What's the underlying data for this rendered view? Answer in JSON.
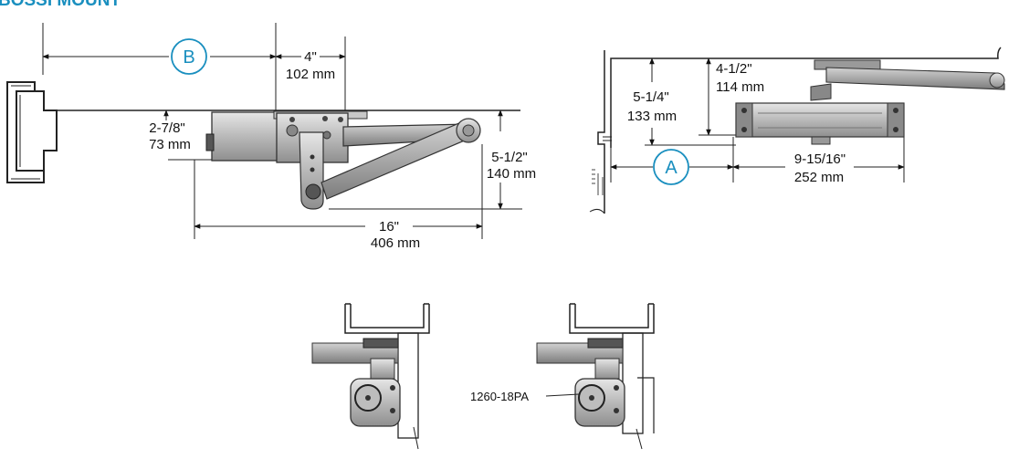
{
  "heading": "BOSSI MOUNT",
  "front_view": {
    "callout": "B",
    "dim_top_in": "4\"",
    "dim_top_mm": "102 mm",
    "dim_left_in": "2-7/8\"",
    "dim_left_mm": "73 mm",
    "dim_right_in": "5-1/2\"",
    "dim_right_mm": "140 mm",
    "dim_bottom_in": "16\"",
    "dim_bottom_mm": "406 mm"
  },
  "side_view": {
    "callout": "A",
    "dim_outer_in": "5-1/4\"",
    "dim_outer_mm": "133 mm",
    "dim_inner_in": "4-1/2\"",
    "dim_inner_mm": "114 mm",
    "dim_right_in": "9-15/16\"",
    "dim_right_mm": "252 mm"
  },
  "detail": {
    "part_label": "1260-18PA"
  }
}
